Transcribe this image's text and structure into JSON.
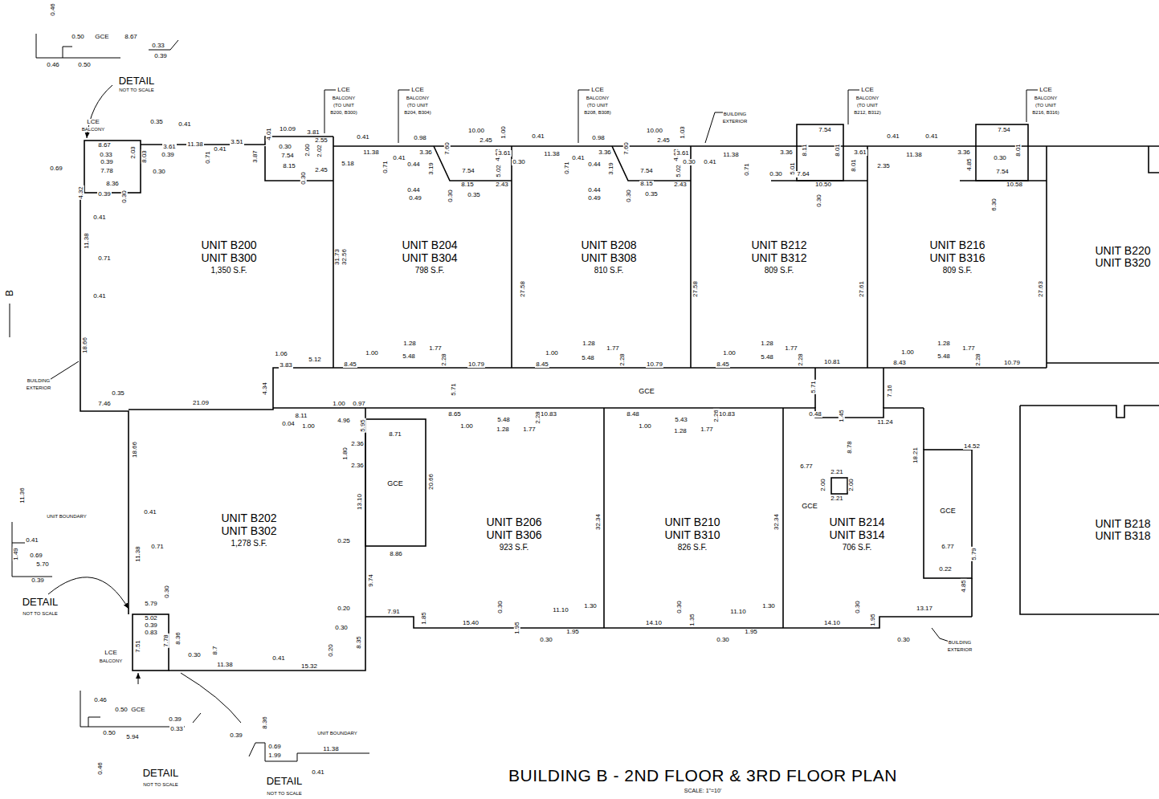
{
  "diagram": {
    "title": "BUILDING B - 2ND FLOOR & 3RD FLOOR PLAN",
    "caption": "SCALE: 1\"=10'",
    "nodes": [
      {
        "text": [
          "UNIT B200",
          "UNIT B300",
          "1,350 S.F."
        ]
      },
      {
        "text": [
          "UNIT B204",
          "UNIT B304",
          "798 S.F."
        ]
      },
      {
        "text": [
          "UNIT B208",
          "UNIT B308",
          "810 S.F."
        ]
      },
      {
        "text": [
          "UNIT B212",
          "UNIT B312",
          "809 S.F."
        ]
      },
      {
        "text": [
          "UNIT B216",
          "UNIT B316",
          "809 S.F."
        ]
      },
      {
        "text": [
          "UNIT B220",
          "UNIT B320"
        ]
      },
      {
        "text": [
          "GCE"
        ]
      },
      {
        "text": [
          "UNIT B202",
          "UNIT B302",
          "1,278 S.F."
        ]
      },
      {
        "text": [
          "GCE"
        ]
      },
      {
        "text": [
          "UNIT B206",
          "UNIT B306",
          "923 S.F."
        ]
      },
      {
        "text": [
          "UNIT B210",
          "UNIT B310",
          "826 S.F."
        ]
      },
      {
        "text": [
          "GCE"
        ]
      },
      {
        "text": [
          "UNIT B214",
          "UNIT B314",
          "706 S.F."
        ]
      },
      {
        "text": [
          "GCE"
        ]
      },
      {
        "text": [
          "UNIT B218",
          "UNIT B318"
        ]
      }
    ],
    "labels": [
      "0.46",
      "0.50",
      "GCE",
      "8.67",
      "0.33",
      "0.39",
      "0.46",
      "0.50",
      "DETAIL",
      "NOT TO SCALE",
      "LCE",
      "BALCONY",
      "8.67",
      "0.33",
      "0.39",
      "7.78",
      "8.36",
      "0.69",
      "4.32",
      "0.39",
      "0.41",
      "11.38",
      "0.71",
      "0.41",
      "18.66",
      "BUILDING",
      "EXTERIOR",
      "0.35",
      "7.46",
      "21.09",
      "0.35",
      "0.41",
      "3.61",
      "0.39",
      "11.38",
      "0.41",
      "0.71",
      "3.51",
      "0.30",
      "8.03",
      "2.03",
      "0.30",
      "3.87",
      "4.01",
      "0.30",
      "7.54",
      "8.15",
      "10.09",
      "3.81",
      "2.55",
      "2.00",
      "2.02",
      "2.45",
      "0.30",
      "LCE",
      "BALCONY",
      "(TO UNIT",
      "B200, B300)",
      "0.41",
      "11.38",
      "5.18",
      "0.71",
      "0.41",
      "0.98",
      "3.36",
      "0.44",
      "3.19",
      "7.60",
      "7.54",
      "8.15",
      "0.35",
      "0.44",
      "0.49",
      "0.30",
      "LCE",
      "BALCONY",
      "(TO UNIT",
      "B204, B304)",
      "10.00",
      "2.45",
      "4.62",
      "1.00",
      "3.61",
      "0.30",
      "5.02",
      "2.43",
      "0.41",
      "11.38",
      "0.71",
      "0.41",
      "0.98",
      "3.36",
      "0.44",
      "3.19",
      "7.60",
      "7.54",
      "8.15",
      "0.35",
      "0.44",
      "0.49",
      "0.30",
      "LCE",
      "BALCONY",
      "(TO UNIT",
      "B208, B308)",
      "10.00",
      "2.45",
      "4.62",
      "1.03",
      "3.61",
      "0.30",
      "5.02",
      "2.43",
      "BUILDING",
      "EXTERIOR",
      "0.41",
      "11.38",
      "0.71",
      "0.30",
      "3.36",
      "8.11",
      "5.01",
      "7.64",
      "10.50",
      "0.30",
      "7.54",
      "8.01",
      "LCE",
      "BALCONY",
      "(TO UNIT",
      "B212, B312)",
      "3.61",
      "8.01",
      "2.35",
      "0.41",
      "11.38",
      "0.41",
      "3.36",
      "0.30",
      "4.85",
      "7.54",
      "10.58",
      "6.30",
      "7.54",
      "8.01",
      "LCE",
      "BALCONY",
      "(TO UNIT",
      "B216, B316)",
      "31.73",
      "32.56",
      "27.58",
      "27.58",
      "27.61",
      "27.63",
      "1.06",
      "3.83",
      "5.12",
      "1.00",
      "8.45",
      "1.28",
      "5.48",
      "1.77",
      "2.28",
      "10.79",
      "1.00",
      "8.45",
      "1.28",
      "5.48",
      "1.77",
      "2.28",
      "10.79",
      "1.00",
      "8.45",
      "1.28",
      "5.48",
      "1.77",
      "2.28",
      "10.81",
      "1.00",
      "8.43",
      "1.28",
      "5.48",
      "1.77",
      "2.28",
      "10.79",
      "4.34",
      "5.71",
      "5.71",
      "7.16",
      "8.11",
      "0.04",
      "1.00",
      "1.00",
      "0.97",
      "4.96",
      "5.95",
      "8.71",
      "2.36",
      "1.80",
      "2.36",
      "13.10",
      "20.66",
      "8.65",
      "1.00",
      "5.48",
      "1.28",
      "1.77",
      "2.28",
      "10.83",
      "8.48",
      "1.00",
      "5.43",
      "1.28",
      "1.77",
      "2.26",
      "10.83",
      "0.48",
      "1.45",
      "11.24",
      "8.78",
      "6.77",
      "2.21",
      "2.00",
      "2.00",
      "2.21",
      "14.52",
      "18.21",
      "6.77",
      "5.79",
      "0.22",
      "4.85",
      "13.17",
      "0.25",
      "8.86",
      "32.34",
      "32.34",
      "9.74",
      "0.20",
      "0.30",
      "7.91",
      "1.85",
      "0.30",
      "15.40",
      "1.95",
      "0.30",
      "11.10",
      "1.30",
      "1.95",
      "0.30",
      "14.10",
      "1.35",
      "0.30",
      "11.10",
      "1.30",
      "1.95",
      "0.30",
      "14.10",
      "1.95",
      "0.30",
      "BUILDING",
      "EXTERIOR",
      "18.66",
      "0.41",
      "0.71",
      "11.38",
      "0.30",
      "5.79",
      "5.02",
      "0.39",
      "0.83",
      "7.51",
      "7.78",
      "8.36",
      "0.30",
      "LCE",
      "BALCONY",
      "11.38",
      "8.7",
      "0.41",
      "15.32",
      "0.20",
      "8.35",
      "11.36",
      "UNIT BOUNDARY",
      "0.41",
      "1.49",
      "0.69",
      "5.70",
      "0.39",
      "DETAIL",
      "NOT TO SCALE",
      "0.46",
      "0.50",
      "GCE",
      "0.50",
      "5.94",
      "0.39",
      "0.33",
      "0.46",
      "DETAIL",
      "NOT TO SCALE",
      "0.39",
      "8.36",
      "0.69",
      "1.99",
      "UNIT BOUNDARY",
      "11.38",
      "0.41",
      "DETAIL",
      "NOT TO SCALE",
      "B"
    ]
  }
}
